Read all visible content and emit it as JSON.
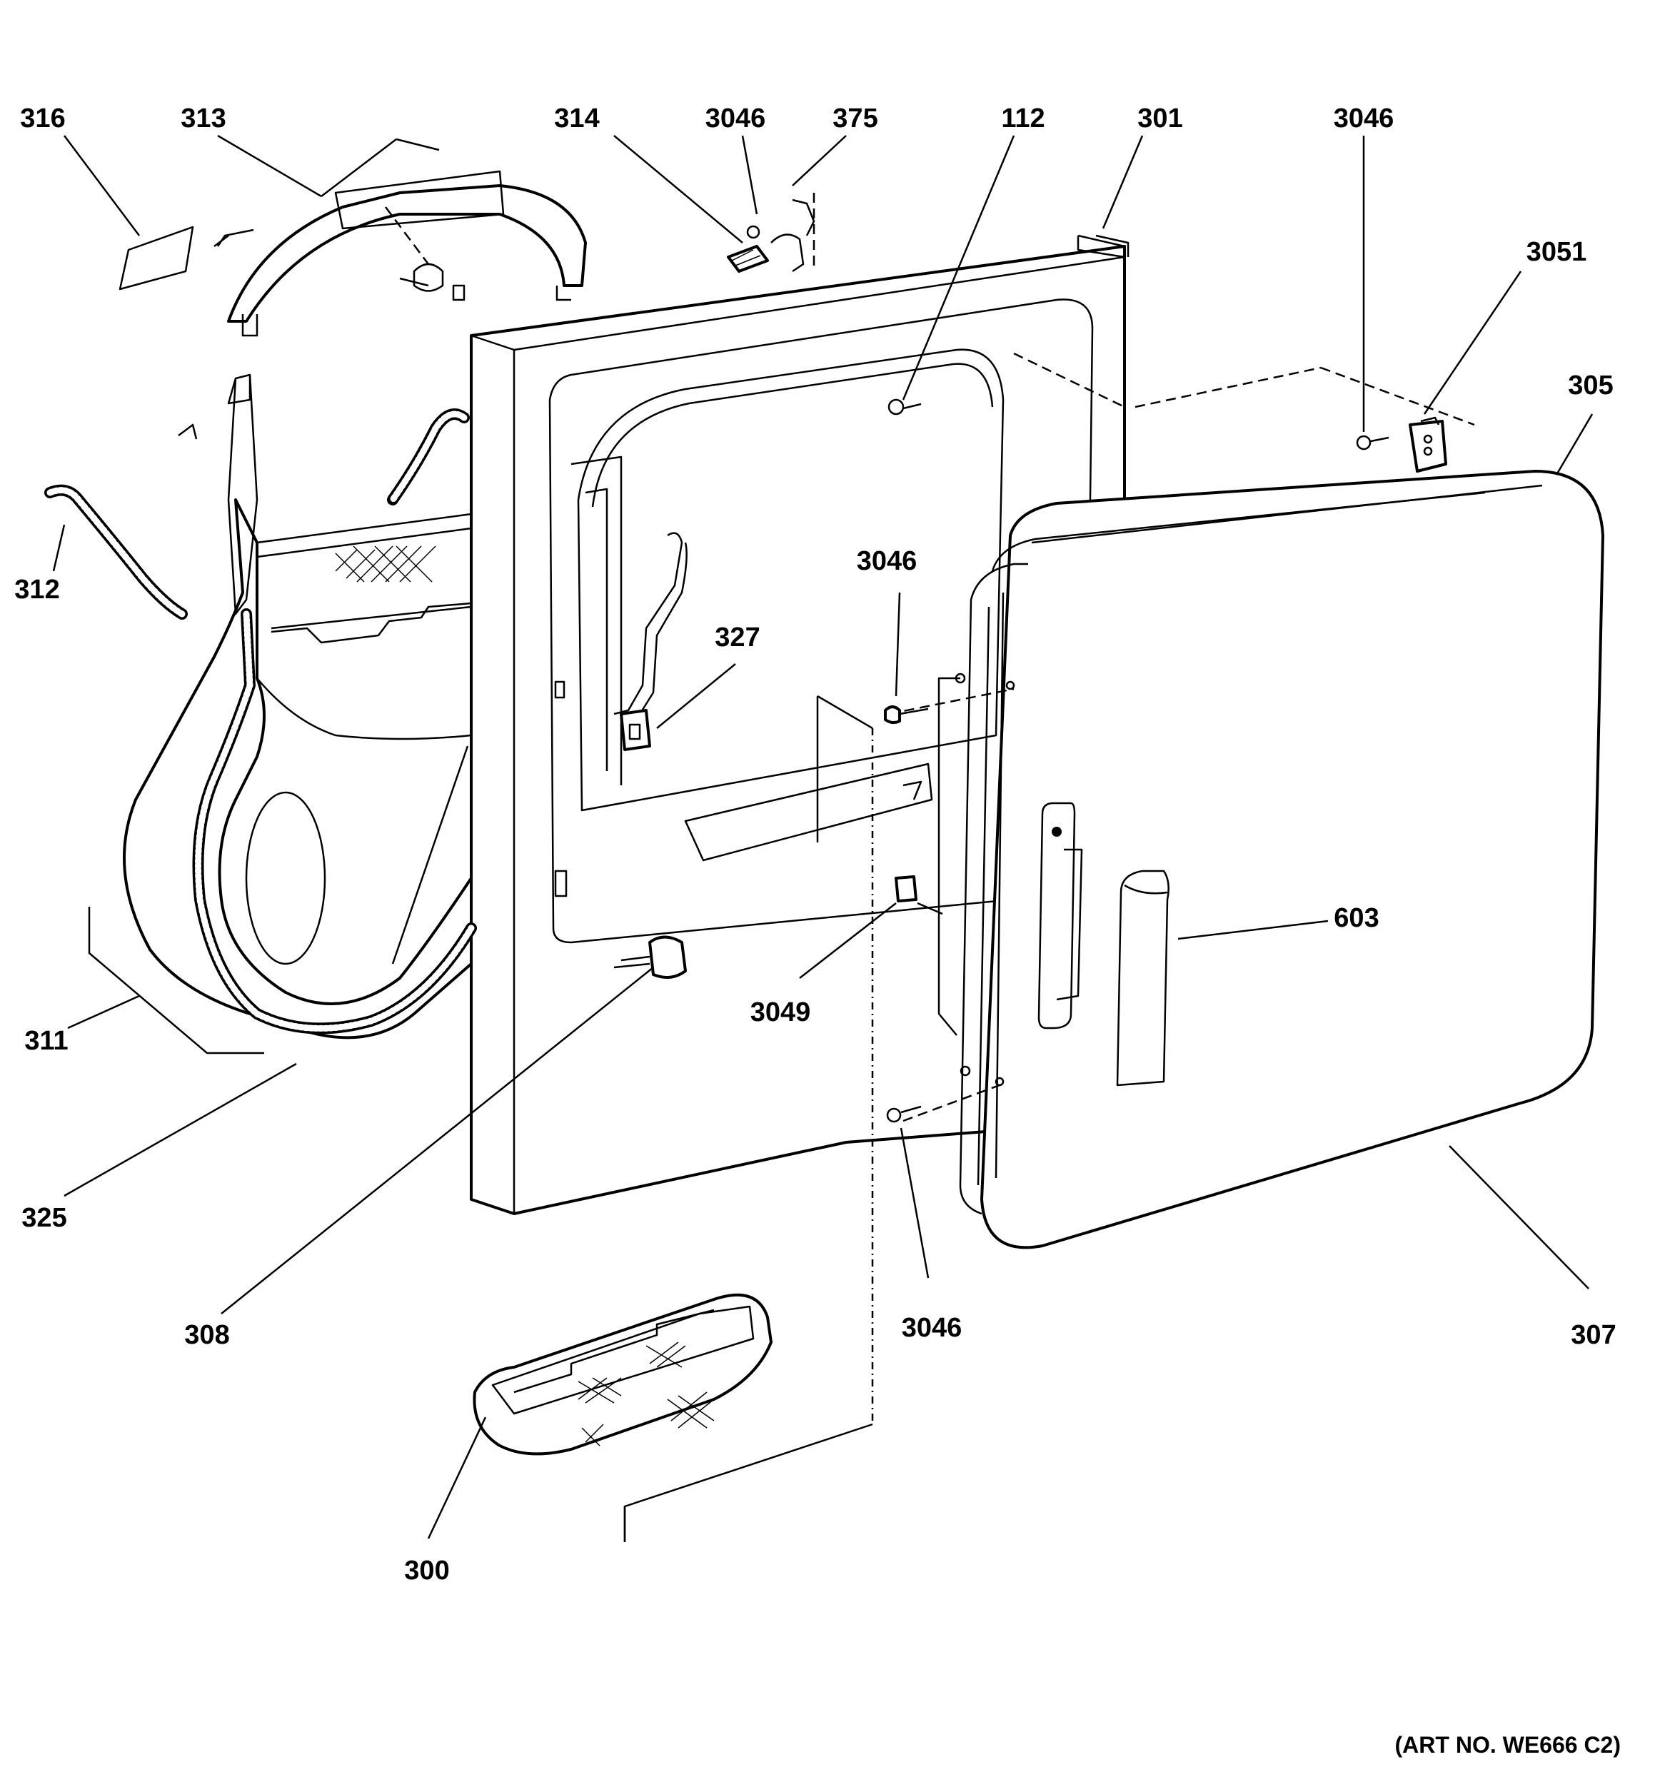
{
  "callouts": [
    {
      "id": "c316",
      "text": "316"
    },
    {
      "id": "c313",
      "text": "313"
    },
    {
      "id": "c314",
      "text": "314"
    },
    {
      "id": "c3046a",
      "text": "3046"
    },
    {
      "id": "c375",
      "text": "375"
    },
    {
      "id": "c112",
      "text": "112"
    },
    {
      "id": "c301",
      "text": "301"
    },
    {
      "id": "c3046b",
      "text": "3046"
    },
    {
      "id": "c3051",
      "text": "3051"
    },
    {
      "id": "c305",
      "text": "305"
    },
    {
      "id": "c312",
      "text": "312"
    },
    {
      "id": "c3046c",
      "text": "3046"
    },
    {
      "id": "c327",
      "text": "327"
    },
    {
      "id": "c603",
      "text": "603"
    },
    {
      "id": "c311",
      "text": "311"
    },
    {
      "id": "c3049",
      "text": "3049"
    },
    {
      "id": "c325",
      "text": "325"
    },
    {
      "id": "c308",
      "text": "308"
    },
    {
      "id": "c3046d",
      "text": "3046"
    },
    {
      "id": "c307",
      "text": "307"
    },
    {
      "id": "c300",
      "text": "300"
    }
  ],
  "art_number": "(ART NO. WE666 C2)"
}
